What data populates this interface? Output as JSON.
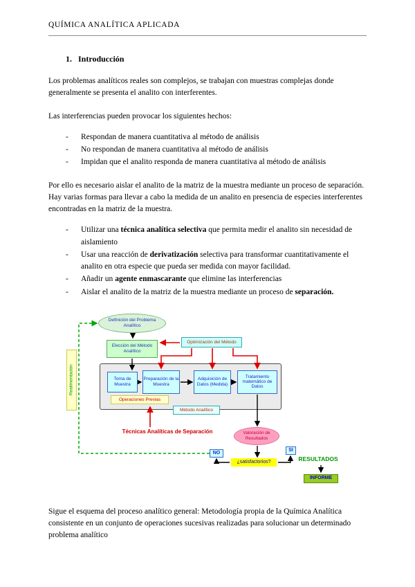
{
  "page": {
    "header_title": "QUÍMICA ANALÍTICA APLICADA",
    "heading_number": "1.",
    "heading_text": "Introducción",
    "list_marker": "-",
    "para1": "Los problemas analíticos reales son complejos, se trabajan con muestras complejas donde generalmente se presenta el analito con interferentes.",
    "para2": "Las interferencias pueden provocar los siguientes hechos:",
    "list1": [
      "Respondan de manera cuantitativa al método de análisis",
      "No respondan de manera cuantitativa al método de análisis",
      "Impidan que el analito responda de manera cuantitativa al método de análisis"
    ],
    "para3": "Por ello es necesario aislar el analito de la matriz de la muestra mediante un proceso de separación. Hay varias formas para llevar a cabo la medida de un analito en presencia de especies interferentes encontradas en la matriz de la muestra.",
    "list2": [
      [
        {
          "t": "Utilizar una "
        },
        {
          "t": "técnica analítica selectiva",
          "b": true
        },
        {
          "t": " que permita medir el analito sin necesidad de aislamiento"
        }
      ],
      [
        {
          "t": "Usar una reacción de "
        },
        {
          "t": "derivatización",
          "b": true
        },
        {
          "t": " selectiva para transformar cuantitativamente el analito en otra especie que pueda ser medida con mayor facilidad."
        }
      ],
      [
        {
          "t": "Añadir un "
        },
        {
          "t": "agente enmascarante",
          "b": true
        },
        {
          "t": " que elimine las interferencias"
        }
      ],
      [
        {
          "t": "Aislar el analito de la matriz de la muestra mediante un proceso de "
        },
        {
          "t": "separación.",
          "b": true
        }
      ]
    ],
    "para4": "Sigue el esquema del proceso analítico general: Metodología propia de la Química Analítica consistente en un conjunto de operaciones sucesivas realizadas para solucionar un determinado problema analítico"
  },
  "diagram": {
    "nodes": {
      "definicion": "Definición del Problema Analítico",
      "eleccion": "Elección del Método Analítico",
      "optimizacion": "Optimización del Método",
      "toma": "Toma de Muestra",
      "preparacion": "Preparación de la Muestra",
      "adquisicion": "Adquisición de Datos (Medida)",
      "tratamiento": "Tratamiento matemático de Datos",
      "operaciones": "Operaciones Previas",
      "metodo": "Método Analítico",
      "realimentacion": "Realimentación",
      "tecnicas": "Técnicas Analíticas de Separación",
      "valoracion": "Valoración de Resultados",
      "satisfactorios": "¿satisfactorios?",
      "no": "NO",
      "si": "SI",
      "resultados": "RESULTADOS",
      "informe": "INFORME"
    },
    "colors": {
      "flow_arrow": "#000000",
      "optimization_arrow": "#dd0000",
      "feedback_arrow": "#00aa00",
      "highlight_yellow": "#ffff00",
      "result_green": "#009900",
      "informe_bg": "#99cc22",
      "valoracion_bg": "#ff9fc0"
    }
  }
}
